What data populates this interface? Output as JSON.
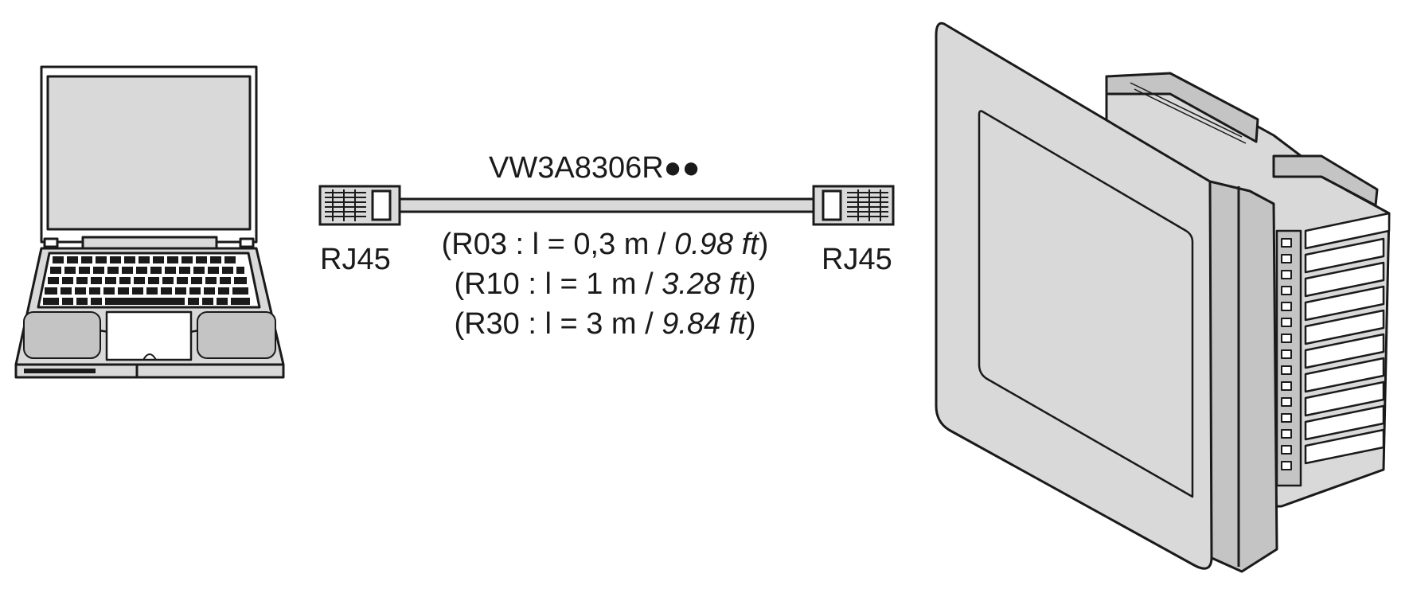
{
  "cable": {
    "part_number": "VW3A8306R●●",
    "lengths": [
      {
        "open": "(R03 : l = 0,3 m / ",
        "imperial": "0.98 ft",
        "close": ")"
      },
      {
        "open": "(R10 : l = 1 m / ",
        "imperial": "3.28 ft",
        "close": ")"
      },
      {
        "open": "(R30 : l = 3 m / ",
        "imperial": "9.84 ft",
        "close": ")"
      }
    ]
  },
  "connectors": {
    "left": "RJ45",
    "right": "RJ45"
  },
  "colors": {
    "line": "#1a1a1a",
    "device_fill": "#d9d9d9",
    "device_shade": "#c4c4c4",
    "background": "#ffffff"
  },
  "icons": [
    "laptop-icon",
    "rj45-connector-icon",
    "hmi-panel-icon"
  ]
}
